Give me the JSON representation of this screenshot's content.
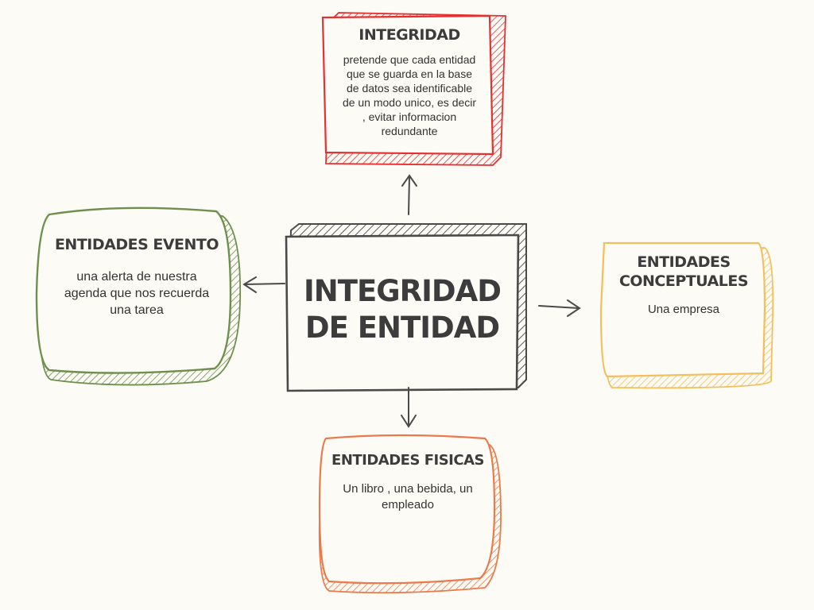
{
  "center": {
    "title_line1": "INTEGRIDAD",
    "title_line2": "DE ENTIDAD"
  },
  "integridad": {
    "title": "INTEGRIDAD",
    "desc_lines": [
      "pretende que cada entidad",
      "que se guarda en la base",
      "de datos sea identificable",
      "de un modo unico, es decir",
      ", evitar informacion",
      "redundante"
    ]
  },
  "evento": {
    "title": "ENTIDADES EVENTO",
    "desc_lines": [
      "una alerta de nuestra",
      "agenda que nos recuerda",
      "una tarea"
    ]
  },
  "conceptuales": {
    "title_line1": "ENTIDADES",
    "title_line2": "CONCEPTUALES",
    "desc": "Una empresa"
  },
  "fisicas": {
    "title": "ENTIDADES FISICAS",
    "desc_lines": [
      "Un libro , una bebida, un",
      "empleado"
    ]
  },
  "colors": {
    "integridad": "#e53030",
    "evento": "#6f8f4f",
    "conceptuales": "#f4be5a",
    "fisicas": "#ea7a4a",
    "center": "#4a4a4a"
  }
}
